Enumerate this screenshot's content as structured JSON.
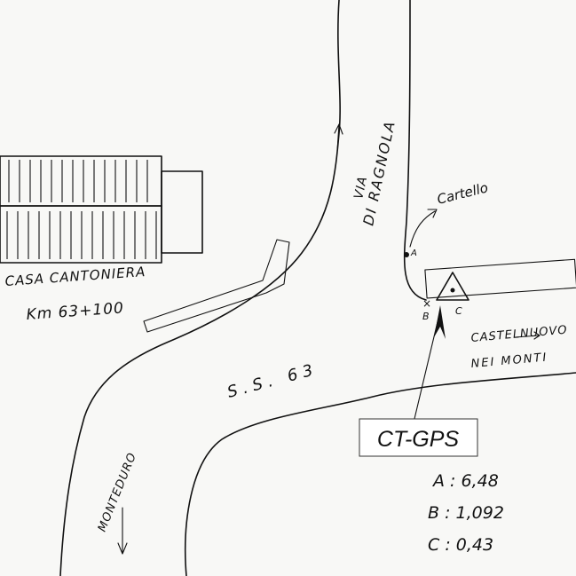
{
  "labels": {
    "building_name": "CASA CANTONIERA",
    "km_marker": "Km 63+100",
    "side_road": "VIA DI RAGNOLA",
    "side_road_line1": "VIA",
    "side_road_line2": "DI RAGNOLA",
    "main_road": "S.S. 63",
    "destination_east_line1": "CASTELNUOVO",
    "destination_east_line2": "NEI MONTI",
    "destination_west": "MONTEDURO",
    "sign": "Cartello",
    "station": "CT-GPS"
  },
  "points": {
    "a": "A",
    "b": "B",
    "c": "C"
  },
  "measurements": [
    {
      "label": "A",
      "value": "6,48"
    },
    {
      "label": "B",
      "value": "1,092"
    },
    {
      "label": "C",
      "value": "0,43"
    }
  ]
}
